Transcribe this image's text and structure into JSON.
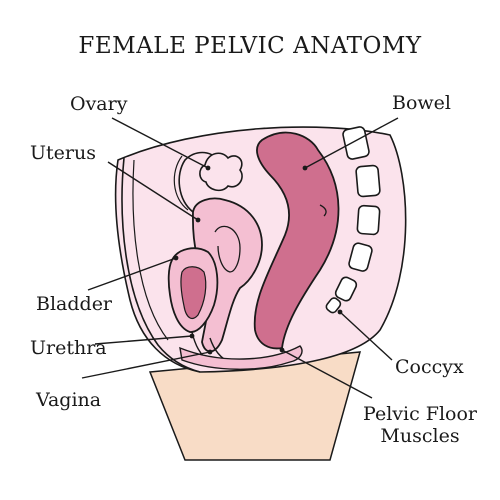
{
  "title": "FEMALE PELVIC ANATOMY",
  "labels": {
    "ovary": "Ovary",
    "uterus": "Uterus",
    "bladder": "Bladder",
    "urethra": "Urethra",
    "vagina": "Vagina",
    "bowel": "Bowel",
    "coccyx": "Coccyx",
    "pelvic_floor_line1": "Pelvic Floor",
    "pelvic_floor_line2": "Muscles"
  },
  "colors": {
    "background_pink": "#fbe3ec",
    "organ_pink": "#f4bfd2",
    "bowel_rose": "#cf6f8e",
    "skin": "#f8dcc6",
    "outline": "#1a1a1a",
    "bone": "#ffffff"
  }
}
